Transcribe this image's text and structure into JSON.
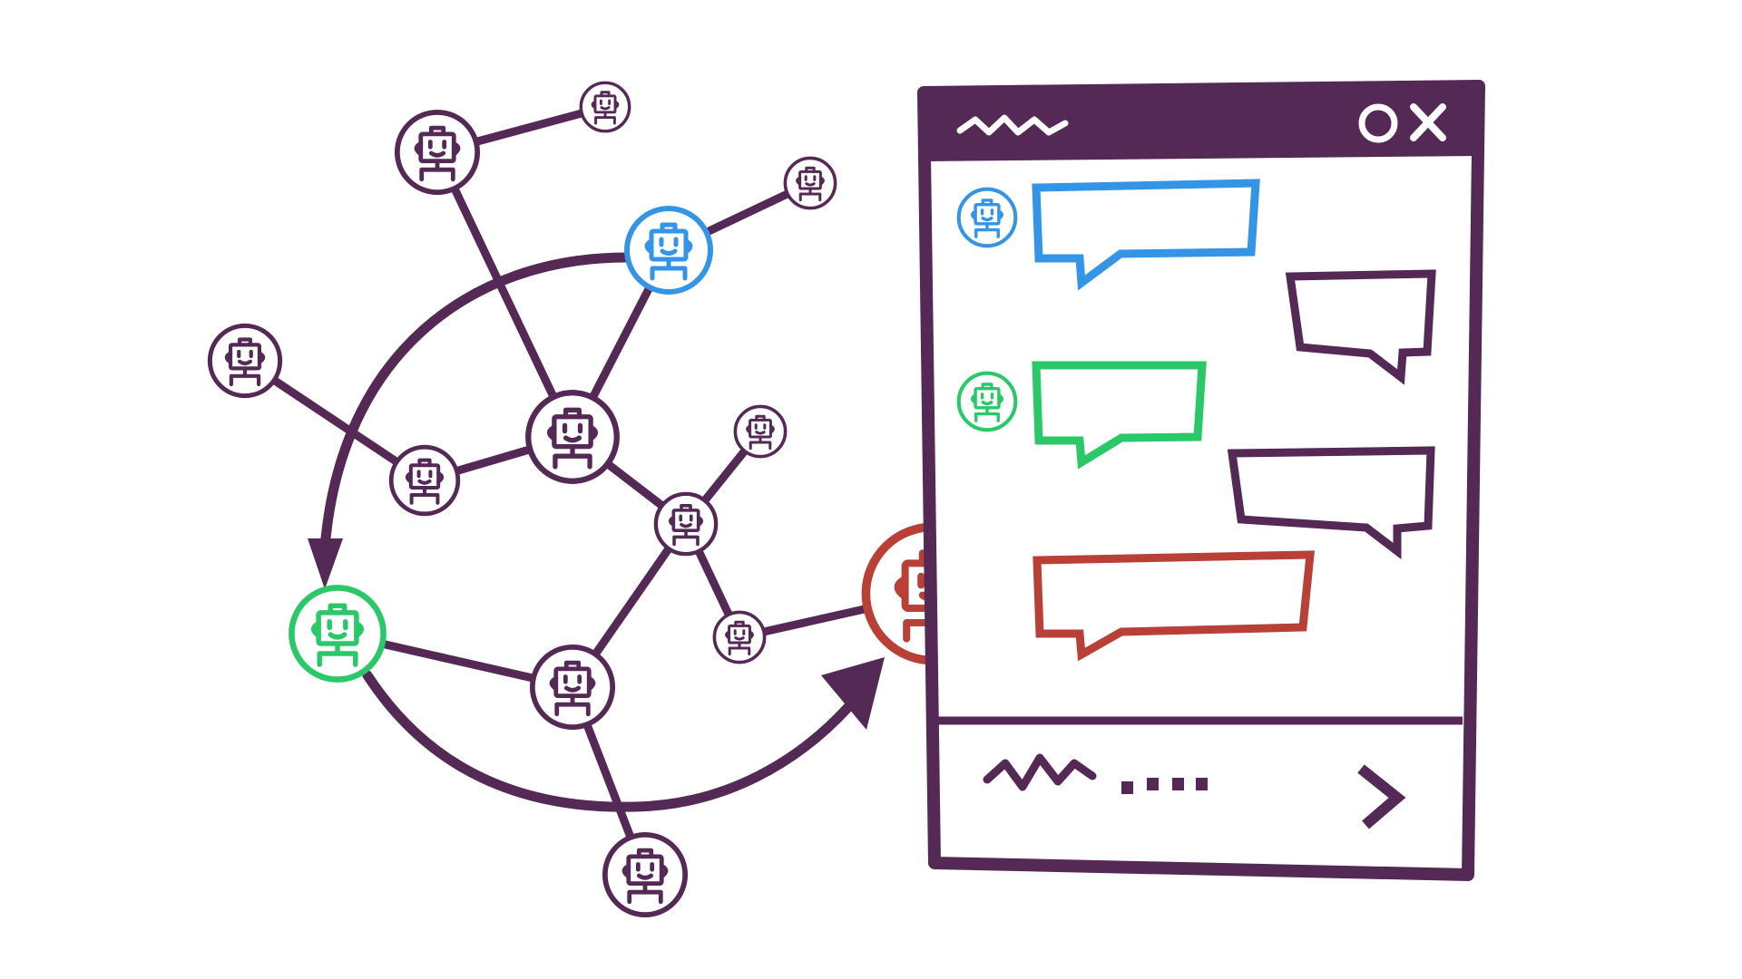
{
  "colors": {
    "ink": "#552955",
    "blue": "#3494e6",
    "green": "#2bc86a",
    "red": "#b84036",
    "background": "#ffffff"
  },
  "network": {
    "nodes": [
      {
        "id": "n1",
        "color": "ink"
      },
      {
        "id": "n2",
        "color": "ink"
      },
      {
        "id": "n3",
        "color": "ink"
      },
      {
        "id": "n4",
        "color": "blue"
      },
      {
        "id": "n5",
        "color": "ink"
      },
      {
        "id": "n6",
        "color": "ink"
      },
      {
        "id": "n7",
        "color": "ink"
      },
      {
        "id": "n8",
        "color": "ink"
      },
      {
        "id": "n9",
        "color": "ink"
      },
      {
        "id": "n10",
        "color": "green"
      },
      {
        "id": "n11",
        "color": "ink"
      },
      {
        "id": "n12",
        "color": "ink"
      },
      {
        "id": "n13",
        "color": "ink"
      },
      {
        "id": "n14",
        "color": "red"
      }
    ],
    "edges": [
      [
        "n1",
        "n2"
      ],
      [
        "n1",
        "n6"
      ],
      [
        "n4",
        "n3"
      ],
      [
        "n4",
        "n6"
      ],
      [
        "n5",
        "n7"
      ],
      [
        "n7",
        "n6"
      ],
      [
        "n6",
        "n9"
      ],
      [
        "n9",
        "n8"
      ],
      [
        "n9",
        "n11"
      ],
      [
        "n9",
        "n12"
      ],
      [
        "n10",
        "n11"
      ],
      [
        "n11",
        "n13"
      ],
      [
        "n12",
        "n14"
      ]
    ]
  },
  "chat_window": {
    "title_icon": "squiggle-icon",
    "controls": [
      "circle-icon",
      "close-icon"
    ],
    "messages": [
      {
        "side": "left",
        "color": "blue",
        "has_avatar": true
      },
      {
        "side": "right",
        "color": "ink",
        "has_avatar": false
      },
      {
        "side": "left",
        "color": "green",
        "has_avatar": true
      },
      {
        "side": "right",
        "color": "ink",
        "has_avatar": false
      },
      {
        "side": "left",
        "color": "red",
        "has_avatar": false
      }
    ],
    "input_icon": "squiggle-icon",
    "typing_icon": "ellipsis-icon",
    "send_icon": "chevron-right-icon"
  }
}
